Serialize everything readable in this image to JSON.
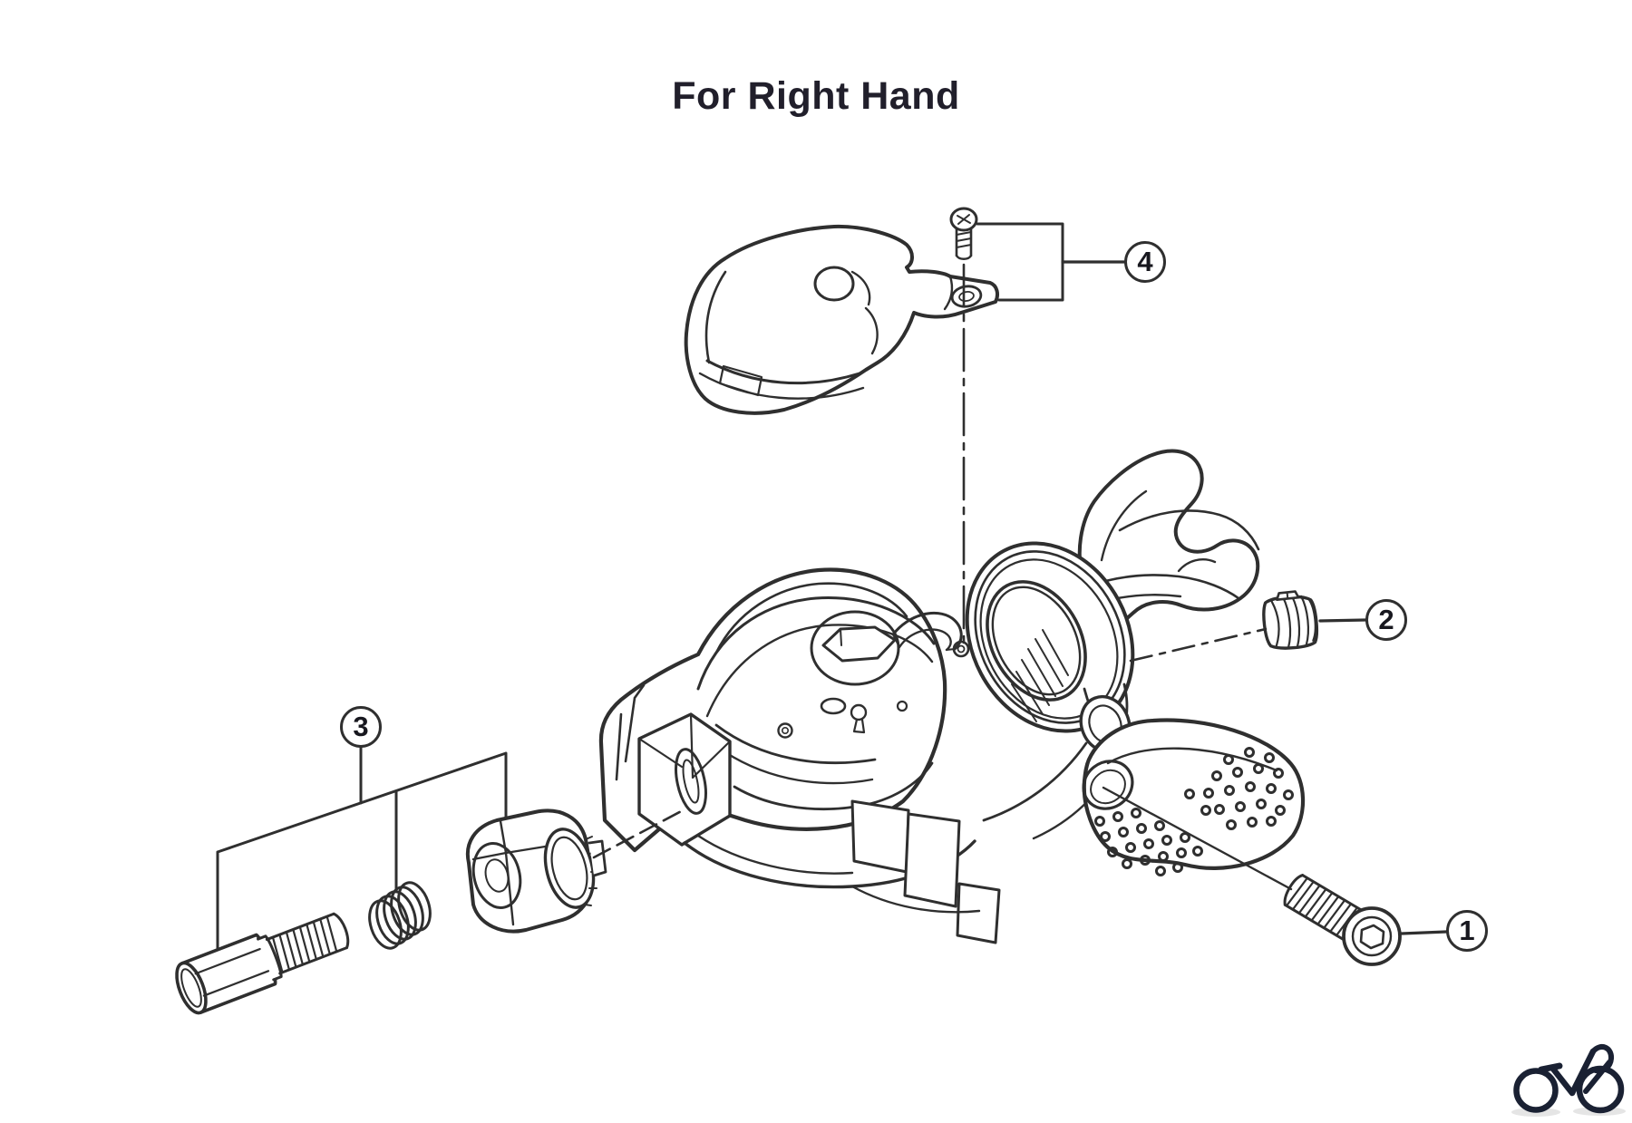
{
  "title": "For Right Hand",
  "callouts": [
    {
      "number": "1"
    },
    {
      "number": "2"
    },
    {
      "number": "3"
    },
    {
      "number": "4"
    }
  ],
  "footer": {
    "logo_icon": "bicycle-logo"
  },
  "colors": {
    "background": "#ffffff",
    "line_art": "#2f2f2f",
    "title_text": "#211f2b",
    "callout_text": "#18181f",
    "logo_navy": "#1a2133",
    "logo_shadow": "#dcdcdc"
  }
}
